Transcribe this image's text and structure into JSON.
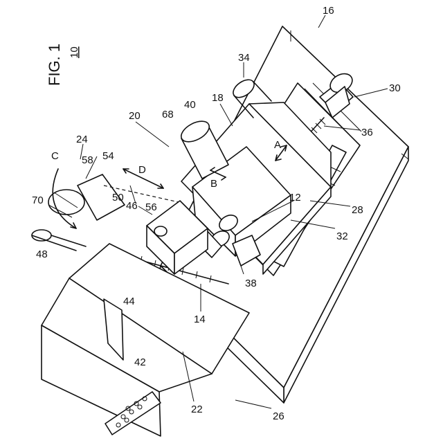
{
  "figure": {
    "title": "FIG. 1",
    "ref_main": "10"
  },
  "direction_labels": {
    "A": "A",
    "B": "B",
    "C": "C",
    "D": "D"
  },
  "reference_numerals": {
    "r12": "12",
    "r14": "14",
    "r16": "16",
    "r18": "18",
    "r20": "20",
    "r22": "22",
    "r24": "24",
    "r26": "26",
    "r28": "28",
    "r30": "30",
    "r32": "32",
    "r34": "34",
    "r36": "36",
    "r38": "38",
    "r40": "40",
    "r42": "42",
    "r44": "44",
    "r46": "46",
    "r48": "48",
    "r50": "50",
    "r54": "54",
    "r56": "56",
    "r58": "58",
    "r68": "68",
    "r70": "70"
  }
}
